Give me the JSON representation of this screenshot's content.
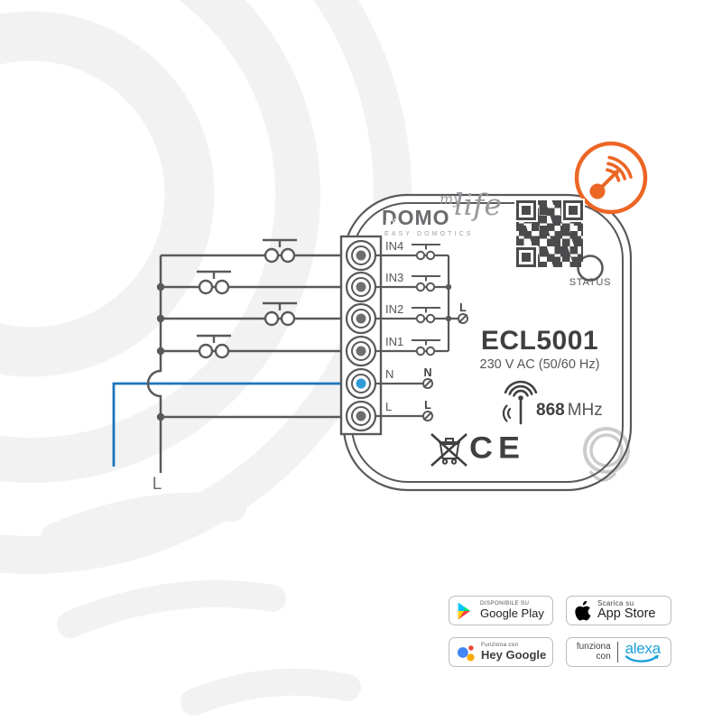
{
  "colors": {
    "accent_orange": "#EC6625",
    "wire_gray": "#58595B",
    "neutral_blue": "#1B75BC",
    "terminal_blue": "#2F9CD6",
    "alexa_blue": "#1BA0D8",
    "assistant_blue": "#4285F4",
    "assistant_red": "#EA4335",
    "assistant_yellow": "#F9AB00",
    "watermark_gray": "#F2F2F3"
  },
  "brand": {
    "prefix": "my",
    "name": "DOMO",
    "suffix": "life",
    "tagline": "EASY DOMOTICS"
  },
  "device": {
    "model": "ECL5001",
    "power_rating": "230 V AC (50/60 Hz)",
    "frequency_value": "868",
    "frequency_unit": "MHz",
    "status_label": "STATUS",
    "ce_mark": "CE",
    "terminals": [
      "IN4",
      "IN3",
      "IN2",
      "IN1",
      "N",
      "L"
    ],
    "internal_terminals": {
      "line_top": "L",
      "neutral": "N",
      "line": "L"
    }
  },
  "wiring": {
    "supply_line_label": "L"
  },
  "badges": {
    "google_play": {
      "tagline": "DISPONIBILE SU",
      "store": "Google Play"
    },
    "app_store": {
      "tagline": "Scarica su",
      "store": "App Store"
    },
    "hey_google": {
      "tagline": "Funziona con",
      "store": "Hey Google"
    },
    "alexa": {
      "tagline_line1": "funziona",
      "tagline_line2": "con",
      "logo": "alexa"
    }
  }
}
